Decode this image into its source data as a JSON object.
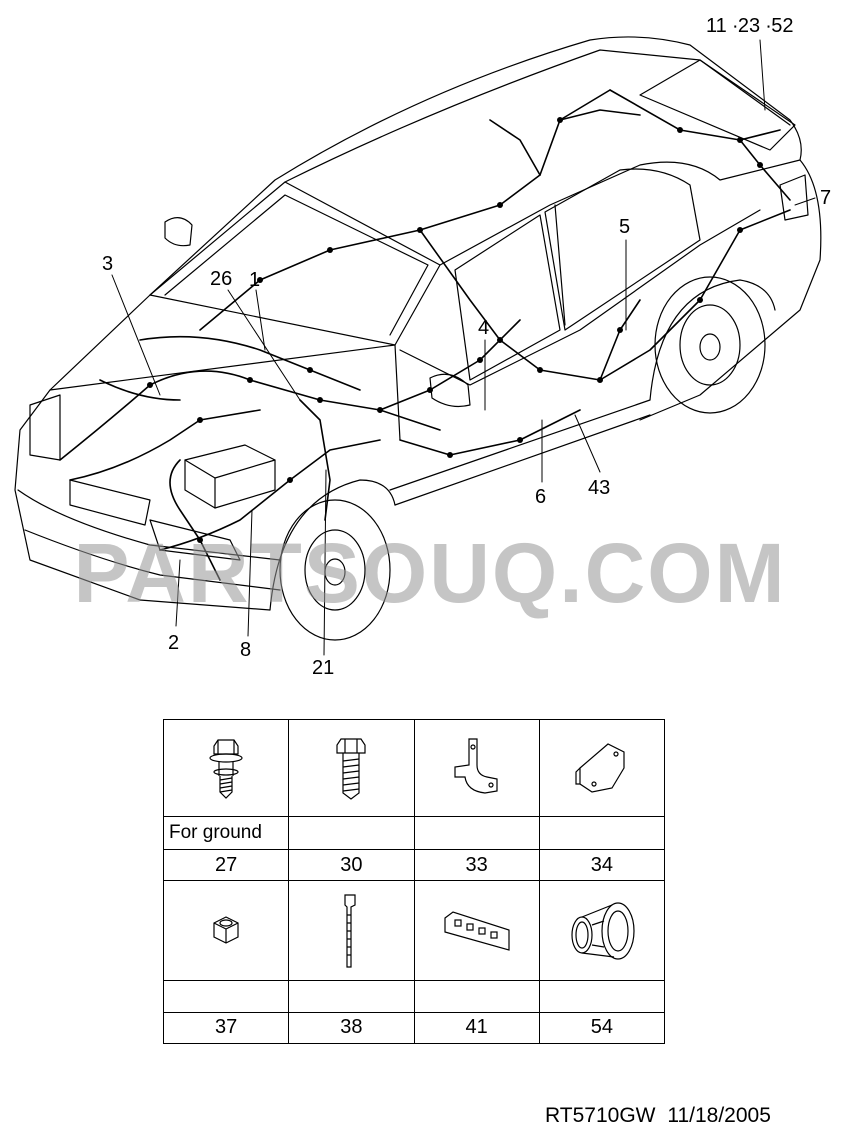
{
  "callouts": [
    {
      "id": "11-23-52",
      "label": "11 ∙23 ∙52"
    },
    {
      "id": "7",
      "label": "7"
    },
    {
      "id": "5",
      "label": "5"
    },
    {
      "id": "3",
      "label": "3"
    },
    {
      "id": "26",
      "label": "26"
    },
    {
      "id": "1",
      "label": "1"
    },
    {
      "id": "4",
      "label": "4"
    },
    {
      "id": "6",
      "label": "6"
    },
    {
      "id": "43",
      "label": "43"
    },
    {
      "id": "2",
      "label": "2"
    },
    {
      "id": "8",
      "label": "8"
    },
    {
      "id": "21",
      "label": "21"
    }
  ],
  "watermark": "PARTSOUQ.COM",
  "parts_table": {
    "row1": [
      {
        "part": "27",
        "note": "For ground",
        "icon": "ground-bolt-icon"
      },
      {
        "part": "30",
        "note": "",
        "icon": "bolt-icon"
      },
      {
        "part": "33",
        "note": "",
        "icon": "bracket-icon"
      },
      {
        "part": "34",
        "note": "",
        "icon": "plate-bracket-icon"
      }
    ],
    "row2": [
      {
        "part": "37",
        "note": "",
        "icon": "nut-icon"
      },
      {
        "part": "38",
        "note": "",
        "icon": "cable-tie-icon"
      },
      {
        "part": "41",
        "note": "",
        "icon": "fuse-block-icon"
      },
      {
        "part": "54",
        "note": "",
        "icon": "grommet-icon"
      }
    ]
  },
  "footer": {
    "code": "RT5710GW",
    "date": "11/18/2005"
  }
}
